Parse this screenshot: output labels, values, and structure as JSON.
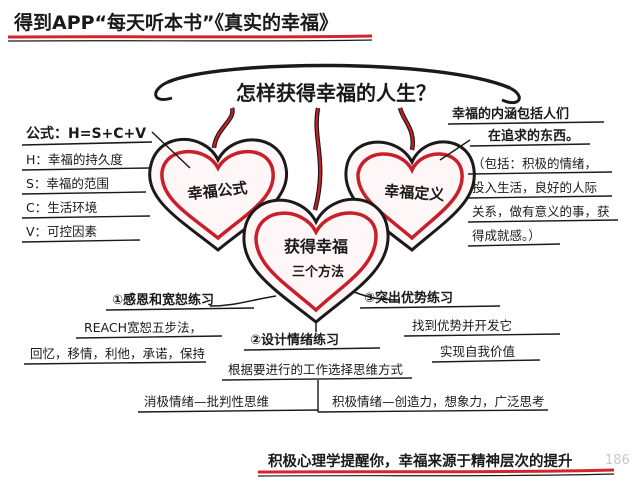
{
  "header": {
    "title": "得到APP“每天听本书”《真实的幸福》"
  },
  "central_question": "怎样获得幸福的人生？",
  "hearts": {
    "left": "幸福公式",
    "center_line1": "获得幸福",
    "center_line2": "三个方法",
    "right": "幸福定义"
  },
  "formula": {
    "title": "公式：H=S+C+V",
    "items": [
      "H：幸福的持久度",
      "S：幸福的范围",
      "C：生活环境",
      "V：可控因素"
    ]
  },
  "definition": {
    "lines": [
      "幸福的内涵包括人们",
      "在追求的东西。",
      "（包括：积极的情绪，",
      "投入生活，良好的人际",
      "关系，做有意义的事，获",
      "得成就感。）"
    ]
  },
  "methods": {
    "m1": {
      "title": "①感恩和宽恕练习",
      "line1": "REACH宽恕五步法，",
      "line2": "回忆，移情，利他，承诺，保持"
    },
    "m2": {
      "title": "②设计情绪练习",
      "line1": "根据要进行的工作选择思维方式",
      "left": "消极情绪—批判性思维",
      "right": "积极情绪—创造力，想象力，广泛思考"
    },
    "m3": {
      "title": "③突出优势练习",
      "line1": "找到优势并开发它",
      "line2": "实现自我价值"
    }
  },
  "conclusion": "积极心理学提醒你，幸福来源于精神层次的提升",
  "watermark": "186",
  "colors": {
    "heart_red": "#c8202a",
    "heart_fill": "#fff7f7",
    "ink": "#1a1a1a",
    "underline_red": "#d7242c"
  }
}
